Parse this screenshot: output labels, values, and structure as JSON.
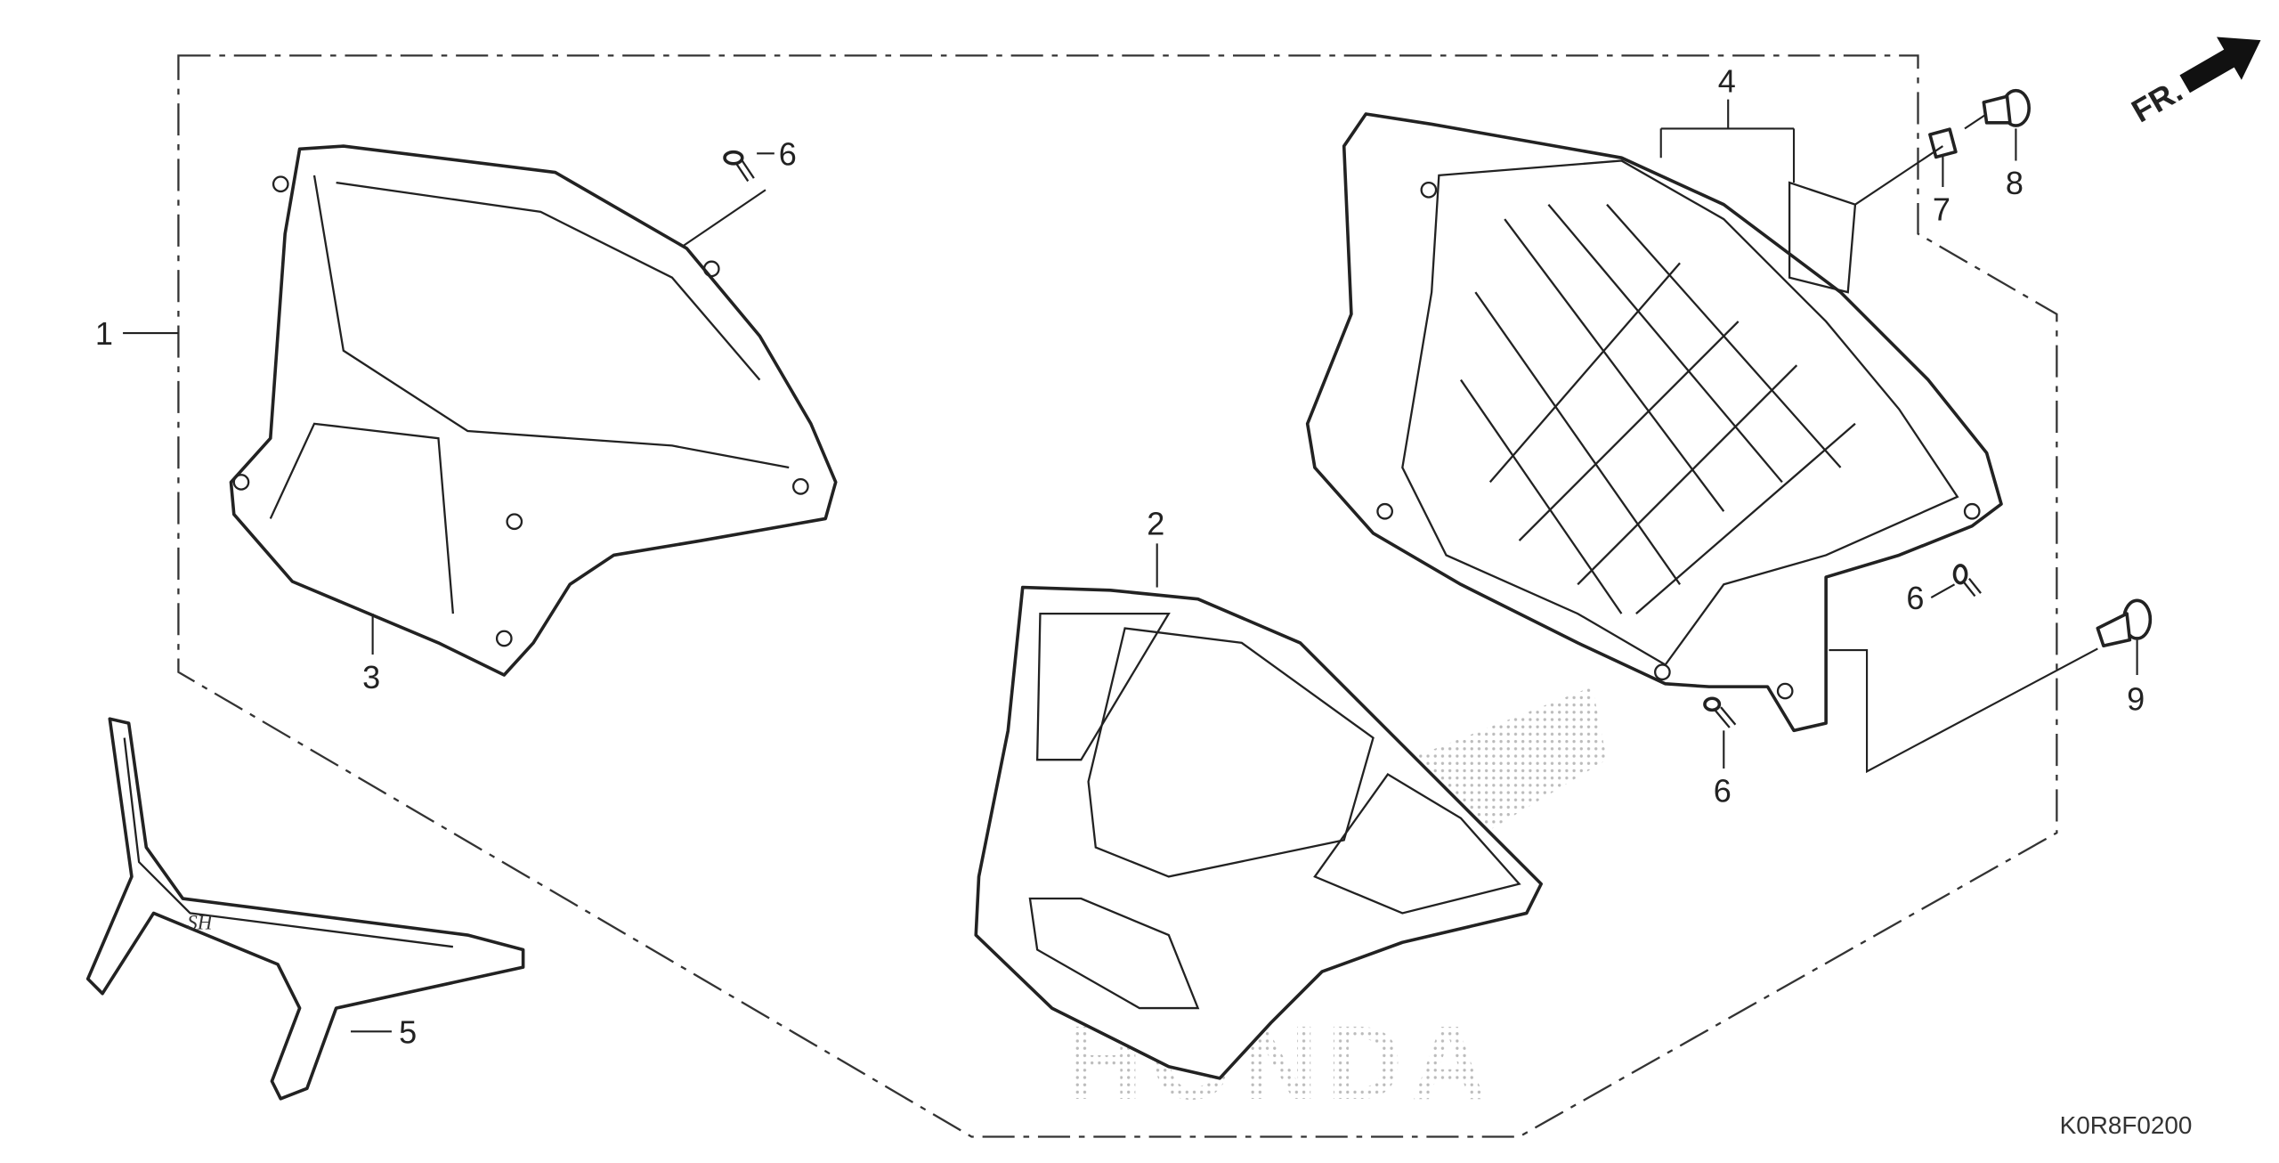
{
  "diagram": {
    "drawing_code": "K0R8F0200",
    "front_indicator": "FR.",
    "watermark": "HONDA",
    "callouts": [
      {
        "id": "callout-1",
        "text": "1"
      },
      {
        "id": "callout-2",
        "text": "2"
      },
      {
        "id": "callout-3",
        "text": "3"
      },
      {
        "id": "callout-4",
        "text": "4"
      },
      {
        "id": "callout-5",
        "text": "5"
      },
      {
        "id": "callout-6a",
        "text": "6"
      },
      {
        "id": "callout-6b",
        "text": "6"
      },
      {
        "id": "callout-6c",
        "text": "6"
      },
      {
        "id": "callout-7",
        "text": "7"
      },
      {
        "id": "callout-8",
        "text": "8"
      },
      {
        "id": "callout-9",
        "text": "9"
      }
    ]
  }
}
